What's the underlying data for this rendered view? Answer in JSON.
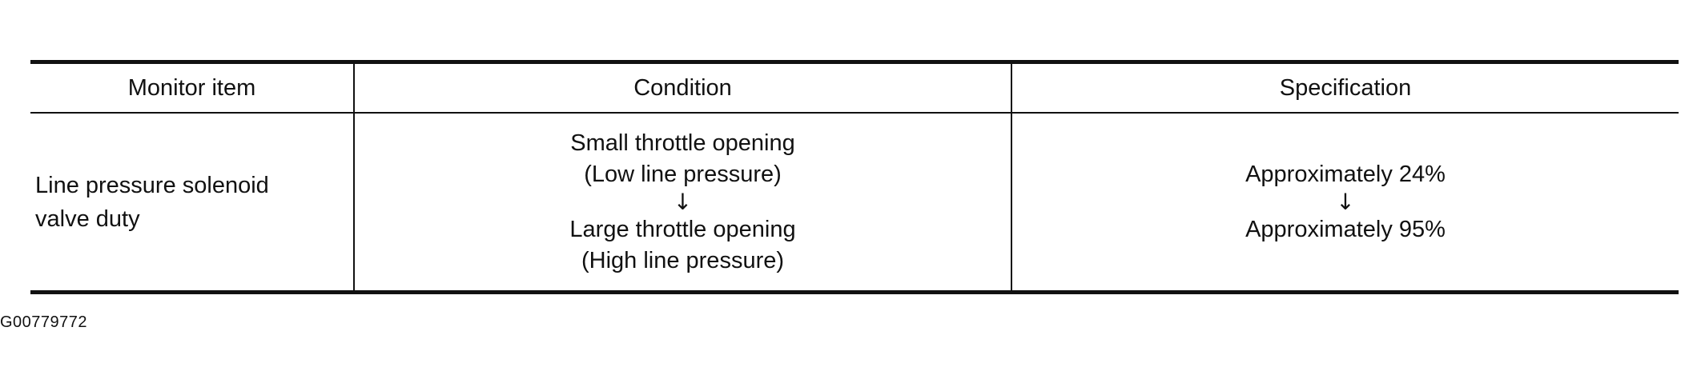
{
  "table": {
    "headers": [
      "Monitor item",
      "Condition",
      "Specification"
    ],
    "row": {
      "monitor_item_lines": [
        "Line pressure solenoid",
        "valve duty"
      ],
      "condition_lines": [
        "Small throttle opening",
        "(Low line pressure)",
        "↓",
        "Large throttle opening",
        "(High line pressure)"
      ],
      "specification_lines": [
        "Approximately 24%",
        "↓",
        "Approximately 95%"
      ]
    }
  },
  "figure_id": "G00779772"
}
